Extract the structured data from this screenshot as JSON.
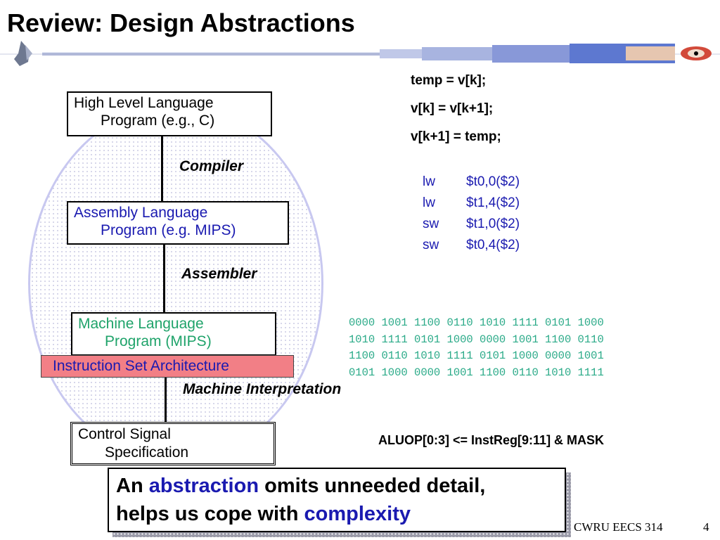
{
  "title": "Review: Design Abstractions",
  "colors": {
    "ink": "#000000",
    "blue_text": "#1a1ab0",
    "green_text": "#1fa36a",
    "binary_text": "#2aaa88",
    "isa_fill": "#f27f86",
    "circle_outline": "#c8c8f0"
  },
  "levels": {
    "high_level": {
      "line1": "High Level Language",
      "line2": "Program (e.g., C)"
    },
    "assembly": {
      "line1": "Assembly  Language",
      "line2": "Program (e.g. MIPS)"
    },
    "machine": {
      "line1": "Machine  Language",
      "line2": "Program (MIPS)"
    },
    "control": {
      "line1": "Control Signal",
      "line2": "Specification"
    }
  },
  "transitions": {
    "compiler": "Compiler",
    "assembler": "Assembler",
    "interpretation": "Machine Interpretation"
  },
  "isa_label": "Instruction Set Architecture",
  "c_code": [
    "temp = v[k];",
    "v[k] = v[k+1];",
    "v[k+1] = temp;"
  ],
  "asm_code": [
    {
      "op": "lw",
      "args": "$t0,0($2)"
    },
    {
      "op": "lw",
      "args": "$t1,4($2)"
    },
    {
      "op": "sw",
      "args": "$t1,0($2)"
    },
    {
      "op": "sw",
      "args": "$t0,4($2)"
    }
  ],
  "binary": [
    "0000 1001 1100 0110 1010 1111 0101 1000",
    "1010 1111 0101 1000 0000 1001 1100 0110",
    "1100 0110 1010 1111 0101 1000 0000 1001",
    "0101 1000 0000 1001 1100 0110 1010 1111"
  ],
  "control_expr": "ALUOP[0:3] <= InstReg[9:11] & MASK",
  "callout": {
    "line1_a": "An ",
    "line1_b": "abstraction",
    "line1_c": " omits unneeded detail,",
    "line2_a": "helps us cope with ",
    "line2_b": "complexity"
  },
  "footer": "CWRU EECS 314",
  "page_number": "4"
}
